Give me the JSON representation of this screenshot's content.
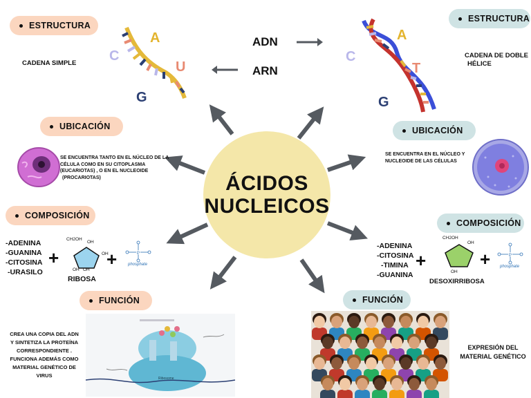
{
  "center": {
    "line1": "ÁCIDOS",
    "line2": "NUCLEICOS"
  },
  "top": {
    "adn": "ADN",
    "arn": "ARN"
  },
  "left": {
    "estructura": {
      "title": "ESTRUCTURA",
      "desc": "CADENA SIMPLE",
      "bases": [
        "C",
        "A",
        "U",
        "G"
      ]
    },
    "ubicacion": {
      "title": "UBICACIÓN",
      "desc_lines": [
        "SE ENCUENTRA TANTO EN EL NÚCLEO DE LA",
        "CÉLULA COMO EN SU CITOPLASMA",
        "(EUCARIOTAS) , O EN EL NUCLEOIDE",
        "(PROCARIOTAS)"
      ]
    },
    "composicion": {
      "title": "COMPOSICIÓN",
      "bases": [
        "-ADENINA",
        "-GUANINA",
        "-CITOSINA",
        "-URASILO"
      ],
      "sugar": "RIBOSA",
      "sugar_labels": [
        "CH2OH",
        "OH",
        "OH",
        "OH",
        "OH"
      ],
      "phosphate": "phosphate"
    },
    "funcion": {
      "title": "FUNCIÓN",
      "desc_lines": [
        "CREA UNA COPIA DEL ADN",
        "Y SINTETIZA LA PROTEÍNA",
        "CORRESPONDIENTE .",
        "FUNCIONA ADEMÁS COMO",
        "MATERIAL GENÉTICO DE",
        "VIRUS"
      ],
      "figure_label": "Ribosome"
    }
  },
  "right": {
    "estructura": {
      "title": "ESTRUCTURA",
      "desc_lines": [
        "CADENA DE DOBLE",
        "HÉLICE"
      ],
      "bases": [
        "C",
        "A",
        "T",
        "G"
      ]
    },
    "ubicacion": {
      "title": "UBICACIÓN",
      "desc_lines": [
        "SE ENCUENTRA EN EL NÚCLEO Y",
        "NUCLEOIDE DE LAS CÉLULAS"
      ]
    },
    "composicion": {
      "title": "COMPOSICIÓN",
      "bases": [
        "-ADENINA",
        "-CITOSINA",
        "-TIMINA",
        "-GUANINA"
      ],
      "sugar": "DESOXIRRIBOSA",
      "sugar_labels": [
        "CH2OH",
        "OH",
        "OH"
      ],
      "phosphate": "phosphate"
    },
    "funcion": {
      "title": "FUNCIÓN",
      "desc_lines": [
        "EXPRESIÓN DEL",
        "MATERIAL GENÉTICO"
      ]
    }
  },
  "colors": {
    "peach": "#fbd6bf",
    "teal": "#cfe3e4",
    "center": "#f4e7a9",
    "arrow": "#555a60",
    "base_c": "#b9b7ea",
    "base_a": "#e3b42e",
    "base_u": "#e88a72",
    "base_g": "#2b3f73"
  }
}
